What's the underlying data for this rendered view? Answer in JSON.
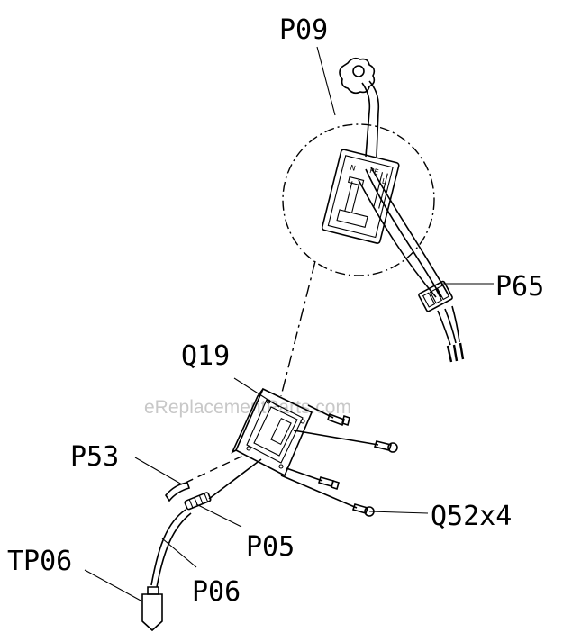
{
  "diagram": {
    "watermark": "eReplacementParts.com",
    "labels": {
      "p09": "P09",
      "p65": "P65",
      "q19": "Q19",
      "p53": "P53",
      "p05": "P05",
      "q52": "Q52x4",
      "tp06": "TP06",
      "p06": "P06"
    },
    "colors": {
      "line": "#000000",
      "background": "#ffffff",
      "watermark": "#c8c8c8"
    }
  }
}
